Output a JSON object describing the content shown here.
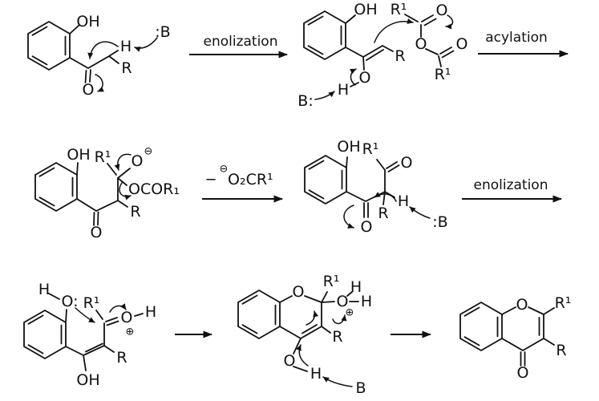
{
  "colors": {
    "ink": "#111111",
    "background": "#ffffff"
  },
  "arrows": {
    "step1": "enolization",
    "step2": "acylation",
    "step3_minus": "−",
    "step3_charge": "⊖",
    "step3_formula": "O₂CR¹",
    "step4": "enolization"
  },
  "s1": {
    "oh": "OH",
    "h": "H",
    "base": ":B",
    "r": "R",
    "o": "O"
  },
  "s2": {
    "oh": "OH",
    "r1_top": "R¹",
    "o_top": "O",
    "o_ester": "O",
    "o_right": "O",
    "r1_bottom": "R¹",
    "r": "R",
    "o_enol": "O",
    "h": "H",
    "base": "B:"
  },
  "s3": {
    "oh": "OH",
    "r1": "R¹",
    "o_alkoxide": "O",
    "charge": "⊖",
    "ester_group": "OCOR₁",
    "r": "R",
    "o_ketone": "O"
  },
  "s4": {
    "oh": "OH",
    "r1": "R¹",
    "o_top": "O",
    "h": "H",
    "r": "R",
    "base": ":B",
    "o_bottom": "O"
  },
  "s5": {
    "h_top": "H",
    "o_phenol": "O:",
    "r1": "R¹",
    "o_carbonyl": "O",
    "h_right": "H",
    "charge": "⊕",
    "r": "R",
    "oh": "OH"
  },
  "s6": {
    "o_ring": "O",
    "r1": "R¹",
    "h_top": "H",
    "o_leaving": "O",
    "h_right": "H",
    "charge": "⊕",
    "r": "R",
    "o_enol": "O",
    "h_enol": "H",
    "base": "B"
  },
  "s7": {
    "o_ring": "O",
    "r1": "R¹",
    "r": "R",
    "o_ketone": "O"
  }
}
